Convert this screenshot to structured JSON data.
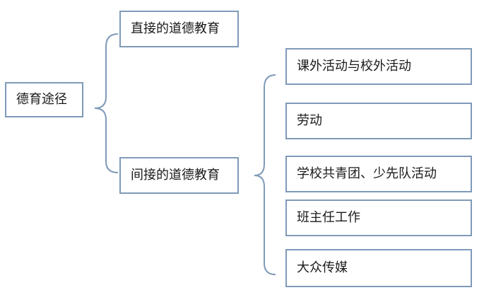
{
  "root": {
    "label": "德育途径"
  },
  "branches": [
    {
      "label": "直接的道德教育"
    },
    {
      "label": "间接的道德教育"
    }
  ],
  "indirect_items": [
    {
      "label": "课外活动与校外活动"
    },
    {
      "label": "劳动"
    },
    {
      "label": "学校共青团、少先队活动"
    },
    {
      "label": "班主任工作"
    },
    {
      "label": "大众传媒"
    }
  ]
}
